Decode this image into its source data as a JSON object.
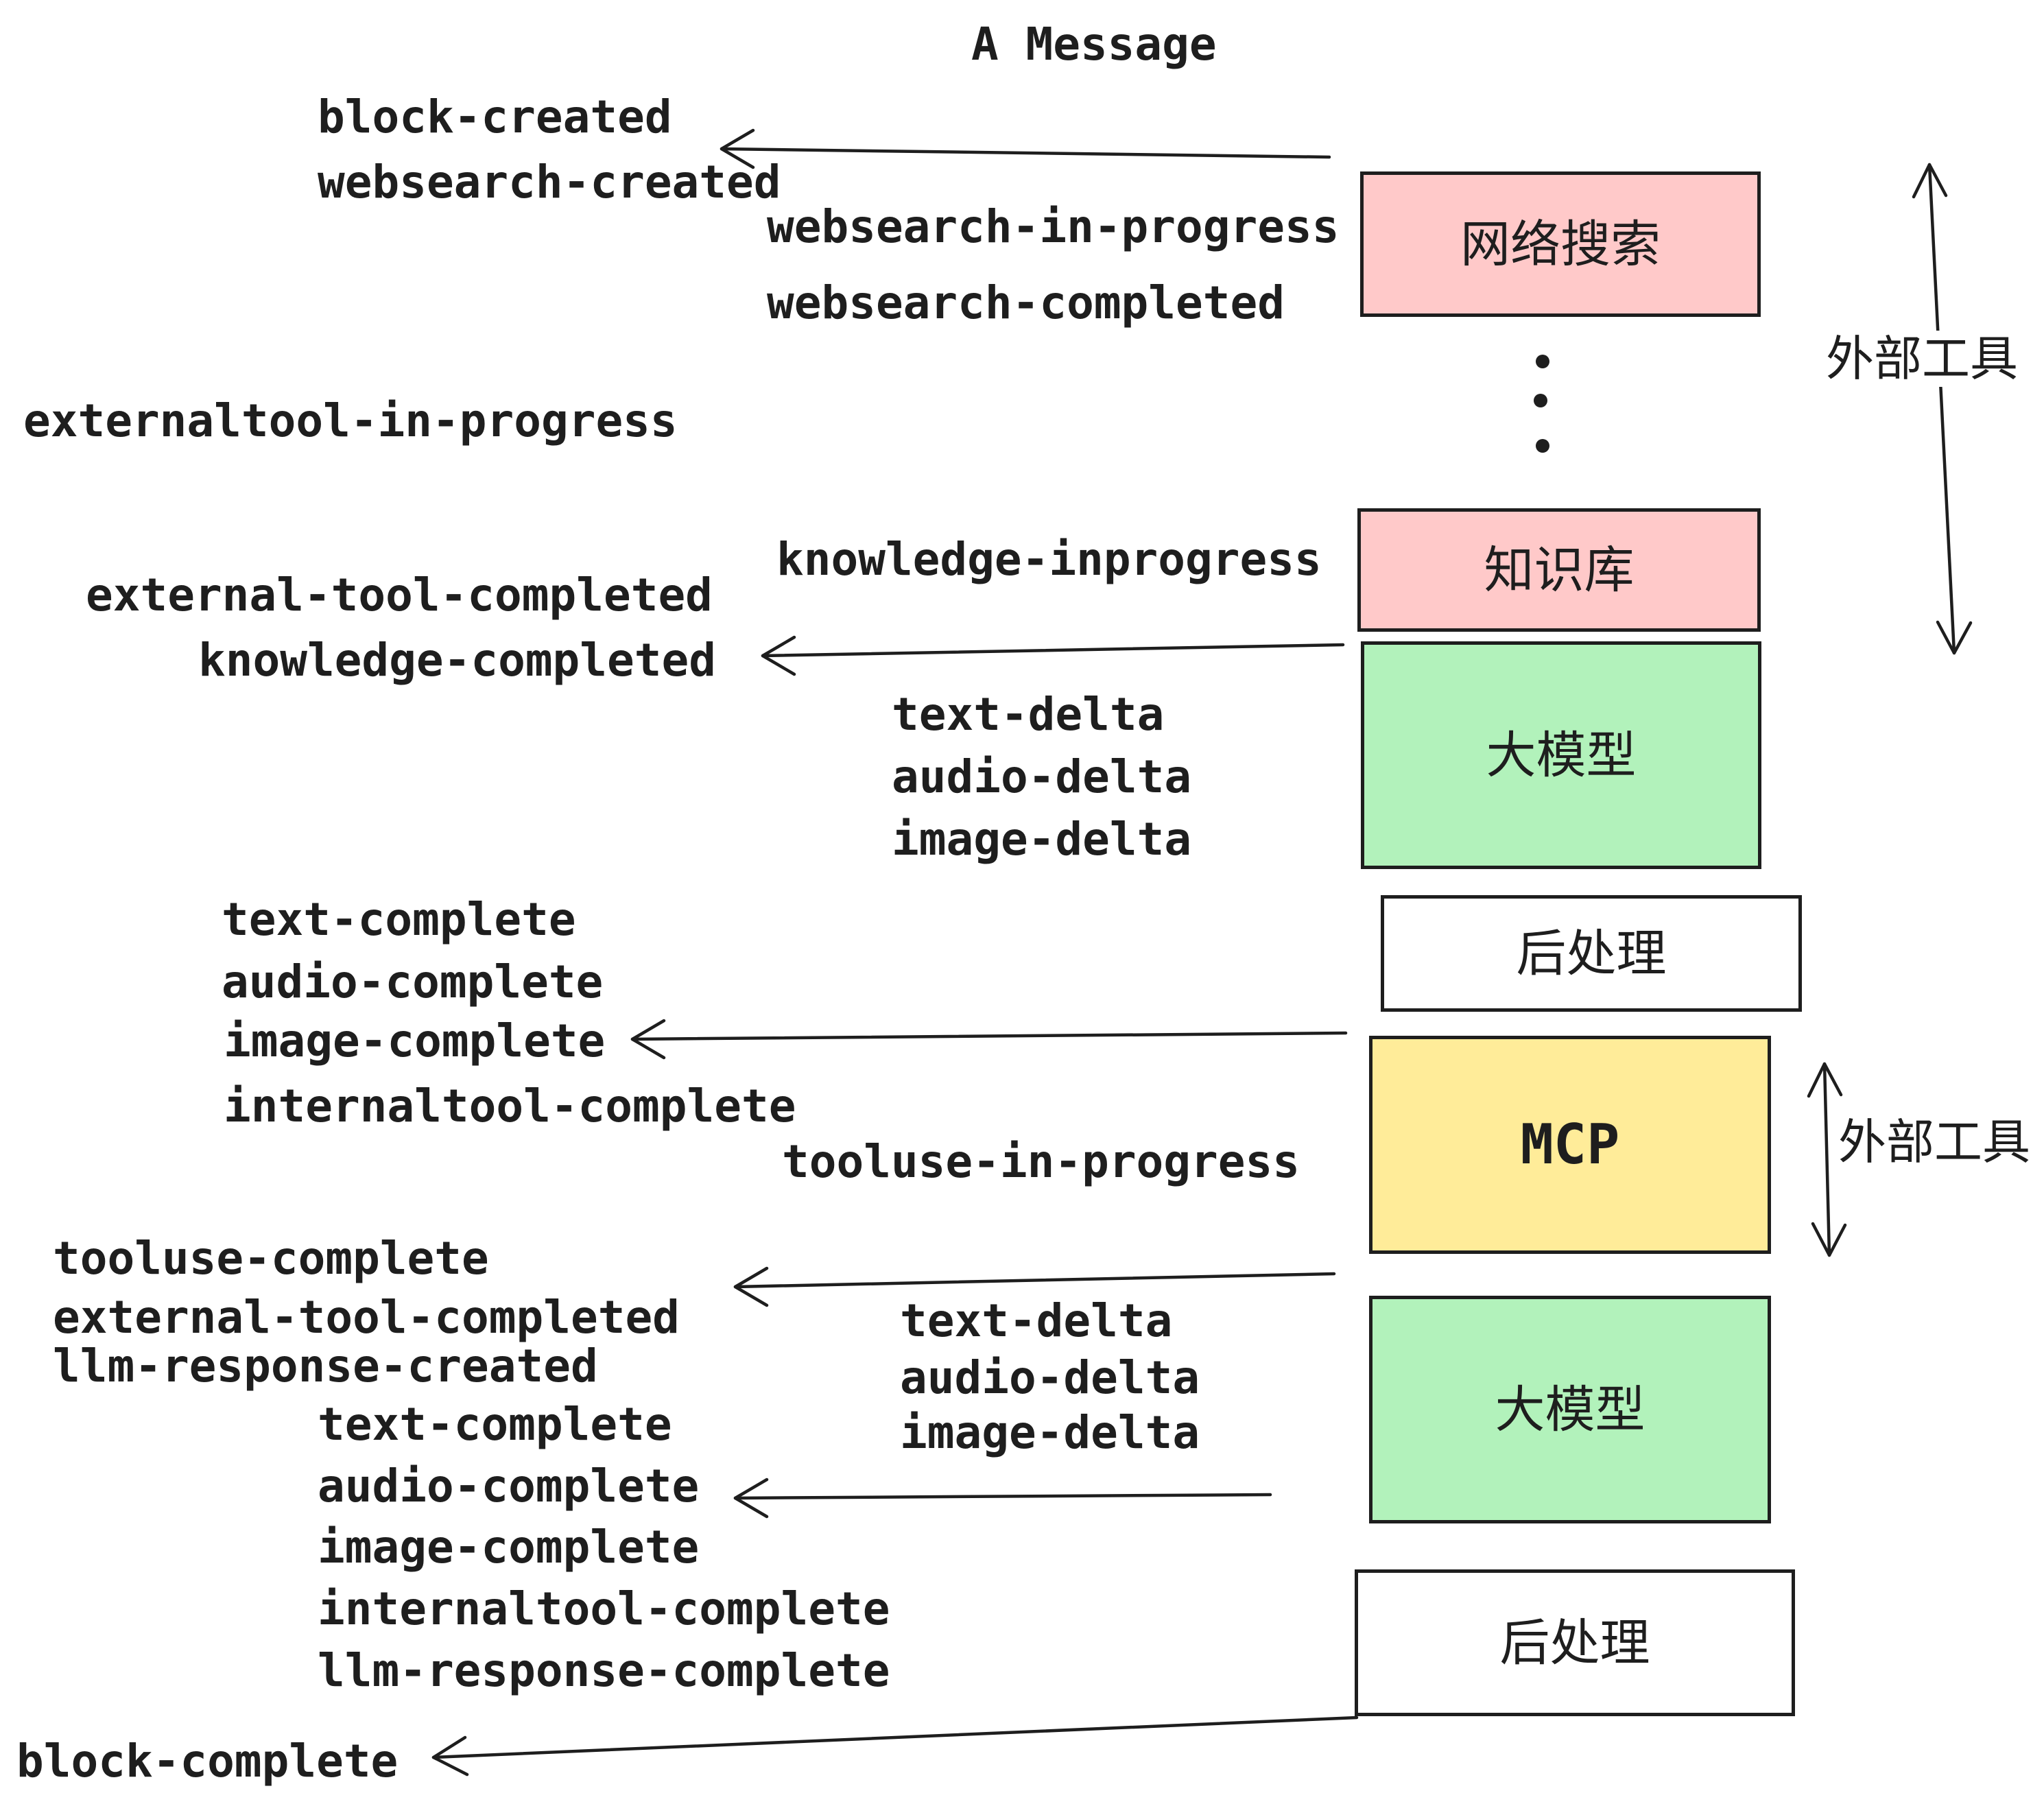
{
  "title": "A Message",
  "events": {
    "block_created": "block-created",
    "websearch_created": "websearch-created",
    "websearch_in_progress": "websearch-in-progress",
    "websearch_completed": "websearch-completed",
    "externaltool_in_progress": "externaltool-in-progress",
    "knowledge_inprogress": "knowledge-inprogress",
    "external_tool_completed_a": "external-tool-completed",
    "knowledge_completed": "knowledge-completed",
    "text_delta_a": "text-delta",
    "audio_delta_a": "audio-delta",
    "image_delta_a": "image-delta",
    "text_complete_a": "text-complete",
    "audio_complete_a": "audio-complete",
    "image_complete_a": "image-complete",
    "internaltool_complete_a": "internaltool-complete",
    "tooluse_in_progress": "tooluse-in-progress",
    "tooluse_complete": "tooluse-complete",
    "external_tool_completed_b": "external-tool-completed",
    "llm_response_created": "llm-response-created",
    "text_delta_b": "text-delta",
    "audio_delta_b": "audio-delta",
    "image_delta_b": "image-delta",
    "text_complete_b": "text-complete",
    "audio_complete_b": "audio-complete",
    "image_complete_b": "image-complete",
    "internaltool_complete_b": "internaltool-complete",
    "llm_response_complete": "llm-response-complete",
    "block_complete": "block-complete"
  },
  "boxes": {
    "websearch": {
      "label": "网络搜索",
      "fill": "#ffc9c9"
    },
    "knowledge": {
      "label": "知识库",
      "fill": "#ffc9c9"
    },
    "llm_1": {
      "label": "大模型",
      "fill": "#b2f2bb"
    },
    "post_1": {
      "label": "后处理",
      "fill": "#ffffff"
    },
    "mcp": {
      "label": "MCP",
      "fill": "#ffec99"
    },
    "llm_2": {
      "label": "大模型",
      "fill": "#b2f2bb"
    },
    "post_2": {
      "label": "后处理",
      "fill": "#ffffff"
    }
  },
  "annotations": {
    "external_tools_top": "外部工具",
    "external_tools_mcp": "外部工具"
  },
  "colors": {
    "stroke": "#1e1e1e",
    "pink": "#ffc9c9",
    "green": "#b2f2bb",
    "yellow": "#ffec99",
    "white": "#ffffff",
    "background": "#ffffff"
  }
}
